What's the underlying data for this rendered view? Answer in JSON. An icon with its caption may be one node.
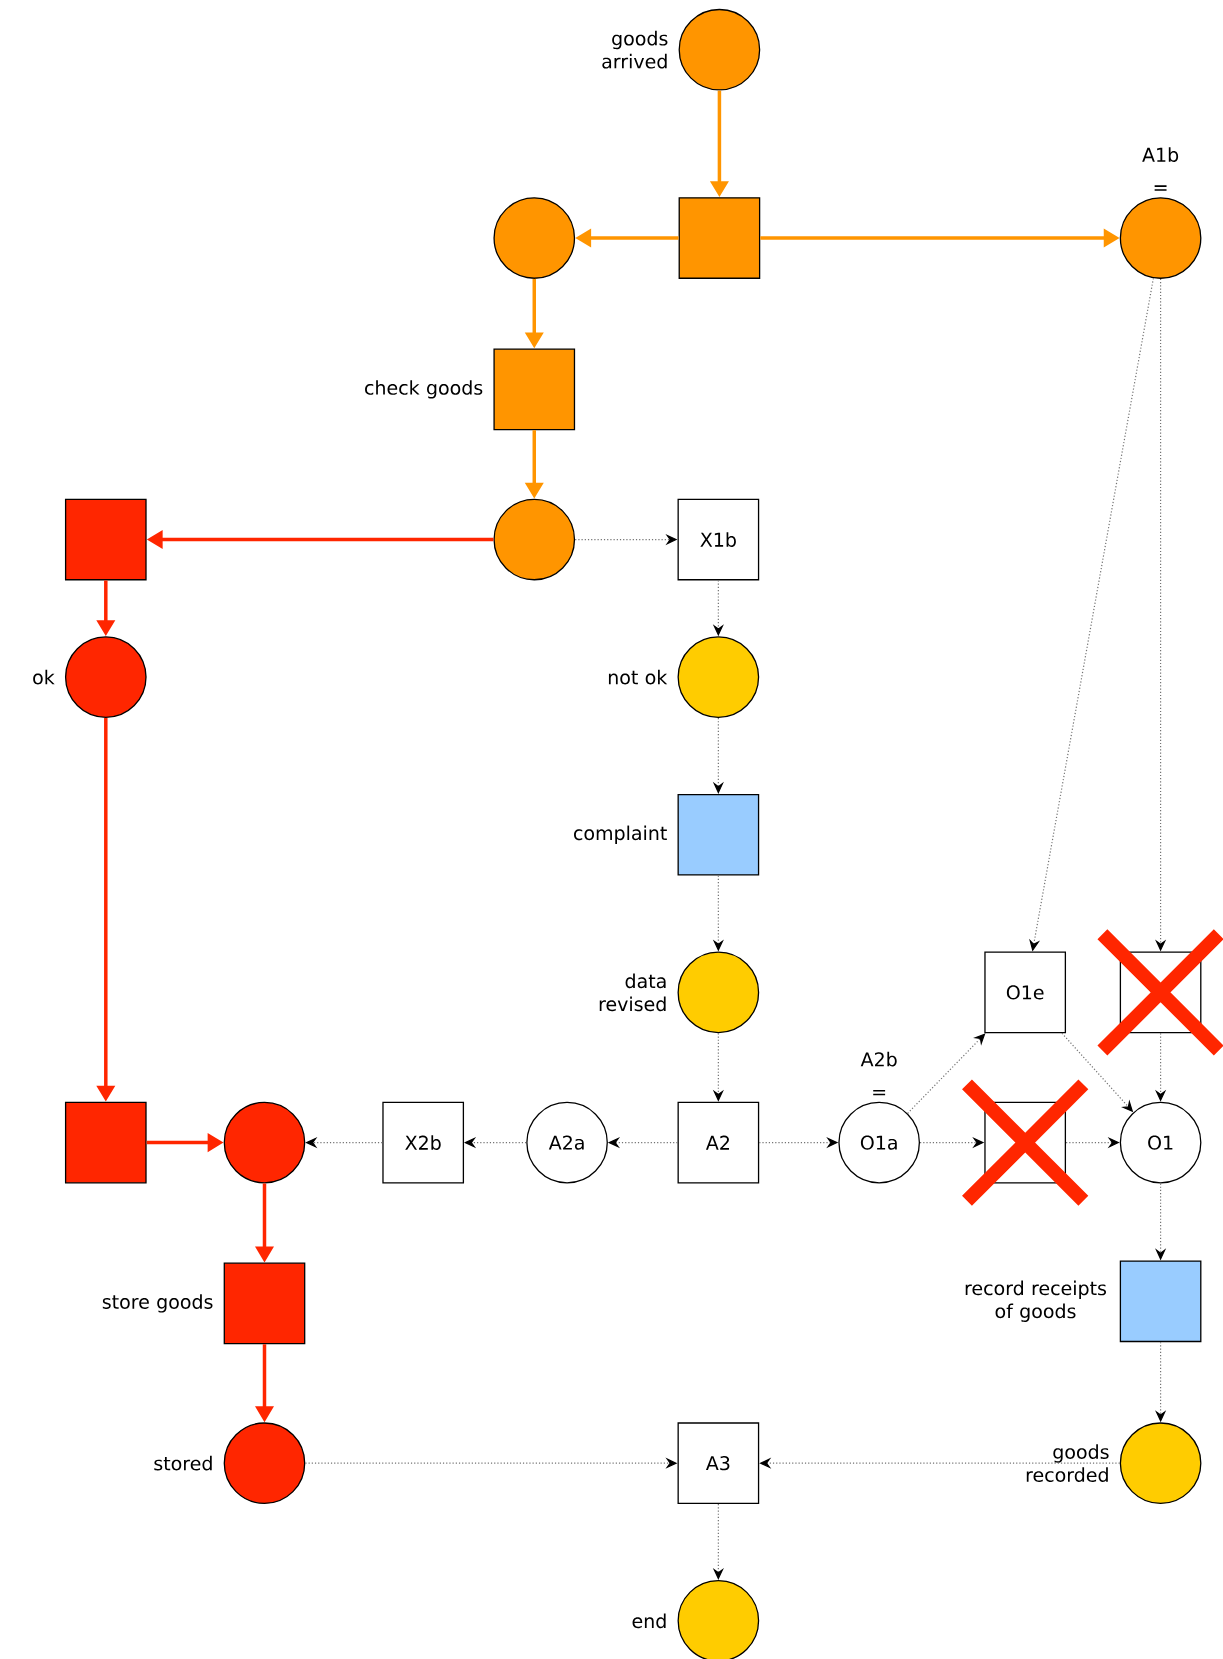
{
  "diagram": {
    "nodes": [
      {
        "text": [],
        "shape": "circle",
        "beside": [
          "goods arrived"
        ]
      },
      {
        "text": [],
        "shape": "circle"
      },
      {
        "text": [],
        "shape": "box"
      },
      {
        "text": [],
        "shape": "circle",
        "beside": [
          "A1b",
          "="
        ]
      },
      {
        "text": [],
        "shape": "box",
        "beside": [
          "check goods"
        ]
      },
      {
        "text": [],
        "shape": "box"
      },
      {
        "text": [],
        "shape": "circle"
      },
      {
        "text": [
          "X1b"
        ]
      },
      {
        "text": [],
        "shape": "circle",
        "beside": [
          "ok"
        ]
      },
      {
        "text": [],
        "shape": "circle",
        "beside": [
          "not ok"
        ]
      },
      {
        "text": [],
        "shape": "box",
        "beside": [
          "complaint"
        ]
      },
      {
        "text": [],
        "shape": "circle",
        "beside": [
          "data revised"
        ]
      },
      {
        "text": [
          "O1e"
        ]
      },
      {
        "text": [],
        "shape": "box"
      },
      {
        "text": [],
        "shape": "box"
      },
      {
        "text": [],
        "shape": "circle"
      },
      {
        "text": [
          "X2b"
        ]
      },
      {
        "text": [
          "A2a"
        ]
      },
      {
        "text": [
          "A2"
        ]
      },
      {
        "text": [
          "O1a"
        ],
        "beside": [
          "A2b",
          "="
        ]
      },
      {
        "text": [],
        "shape": "box"
      },
      {
        "text": [
          "O1"
        ]
      },
      {
        "text": [],
        "shape": "box",
        "beside": [
          "store goods"
        ]
      },
      {
        "text": [],
        "shape": "box",
        "beside": [
          "record receipts of goods"
        ]
      },
      {
        "text": [],
        "shape": "circle",
        "beside": [
          "stored"
        ]
      },
      {
        "text": [
          "A3"
        ]
      },
      {
        "text": [],
        "shape": "circle",
        "beside": [
          "goods recorded"
        ]
      },
      {
        "text": [],
        "shape": "circle",
        "beside": [
          "end"
        ]
      }
    ],
    "edges": [
      {
        "from": 0,
        "to": 2,
        "arrow": "to",
        "color": "#ff9500"
      },
      {
        "from": 2,
        "to": 1,
        "arrow": "to",
        "color": "#ff9500"
      },
      {
        "from": 2,
        "to": 3,
        "arrow": "to",
        "color": "#ff9500"
      },
      {
        "from": 1,
        "to": 4,
        "arrow": "to",
        "color": "#ff9500"
      },
      {
        "from": 4,
        "to": 6,
        "arrow": "to",
        "color": "#ff9500"
      },
      {
        "from": 6,
        "to": 5,
        "arrow": "to",
        "color": "#ff2600"
      },
      {
        "from": 6,
        "to": 7,
        "arrow": "to",
        "style": "dashed"
      },
      {
        "from": 5,
        "to": 8,
        "arrow": "to",
        "color": "#ff2600"
      },
      {
        "from": 8,
        "to": 14,
        "arrow": "to",
        "color": "#ff2600"
      },
      {
        "from": 14,
        "to": 15,
        "arrow": "to",
        "color": "#ff2600"
      },
      {
        "from": 15,
        "to": 22,
        "arrow": "to",
        "color": "#ff2600"
      },
      {
        "from": 22,
        "to": 24,
        "arrow": "to",
        "color": "#ff2600"
      },
      {
        "from": 7,
        "to": 9,
        "arrow": "to",
        "style": "dashed"
      },
      {
        "from": 9,
        "to": 10,
        "arrow": "to",
        "style": "dashed"
      },
      {
        "from": 10,
        "to": 11,
        "arrow": "to",
        "style": "dashed"
      },
      {
        "from": 11,
        "to": 18,
        "arrow": "to",
        "style": "dashed"
      },
      {
        "from": 18,
        "to": 17,
        "arrow": "to",
        "style": "dashed"
      },
      {
        "from": 17,
        "to": 16,
        "arrow": "to",
        "style": "dashed"
      },
      {
        "from": 16,
        "to": 15,
        "arrow": "to",
        "style": "dashed"
      },
      {
        "from": 18,
        "to": 19,
        "arrow": "to",
        "style": "dashed"
      },
      {
        "from": 19,
        "to": 12,
        "arrow": "to",
        "style": "dashed"
      },
      {
        "from": 19,
        "to": 20,
        "arrow": "to",
        "style": "dashed"
      },
      {
        "from": 20,
        "to": 21,
        "arrow": "to",
        "style": "dashed"
      },
      {
        "from": 12,
        "to": 21,
        "arrow": "to",
        "style": "dashed"
      },
      {
        "from": 13,
        "to": 21,
        "arrow": "to",
        "style": "dashed"
      },
      {
        "from": 3,
        "to": 12,
        "arrow": "to",
        "style": "dashed"
      },
      {
        "from": 3,
        "to": 13,
        "arrow": "to",
        "style": "dashed"
      },
      {
        "from": 21,
        "to": 23,
        "arrow": "to",
        "style": "dashed"
      },
      {
        "from": 23,
        "to": 26,
        "arrow": "to",
        "style": "dashed"
      },
      {
        "from": 26,
        "to": 25,
        "arrow": "to",
        "style": "dashed"
      },
      {
        "from": 24,
        "to": 25,
        "arrow": "to",
        "style": "dashed"
      },
      {
        "from": 25,
        "to": 27,
        "arrow": "to",
        "style": "dashed"
      }
    ]
  }
}
